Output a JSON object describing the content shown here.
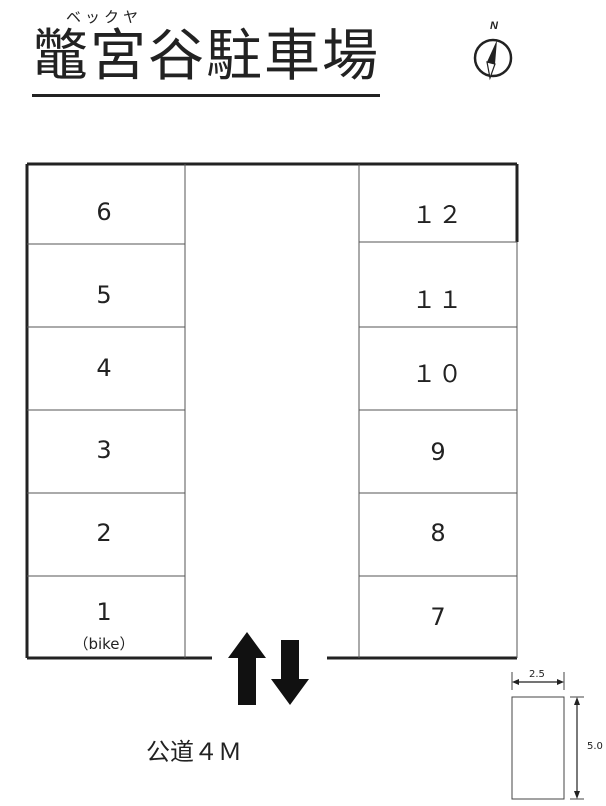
{
  "title": {
    "reading": "ベックヤ",
    "name": "鼈宮谷駐車場"
  },
  "compass": {
    "north_letter": "N",
    "icon": "north-compass-icon"
  },
  "spots": {
    "left": [
      {
        "number": "6",
        "note": ""
      },
      {
        "number": "5",
        "note": ""
      },
      {
        "number": "4",
        "note": ""
      },
      {
        "number": "3",
        "note": ""
      },
      {
        "number": "2",
        "note": ""
      },
      {
        "number": "1",
        "note": "（bike）"
      }
    ],
    "right": [
      {
        "number": "１２"
      },
      {
        "number": "１１"
      },
      {
        "number": "１０"
      },
      {
        "number": "9"
      },
      {
        "number": "8"
      },
      {
        "number": "7"
      }
    ]
  },
  "entrance": {
    "icon": "two-way-arrows-icon"
  },
  "road": {
    "label": "公道４Ｍ"
  },
  "dimensions": {
    "width": "2.5",
    "length": "5.0"
  },
  "colors": {
    "line": "#222222",
    "background": "#ffffff"
  }
}
